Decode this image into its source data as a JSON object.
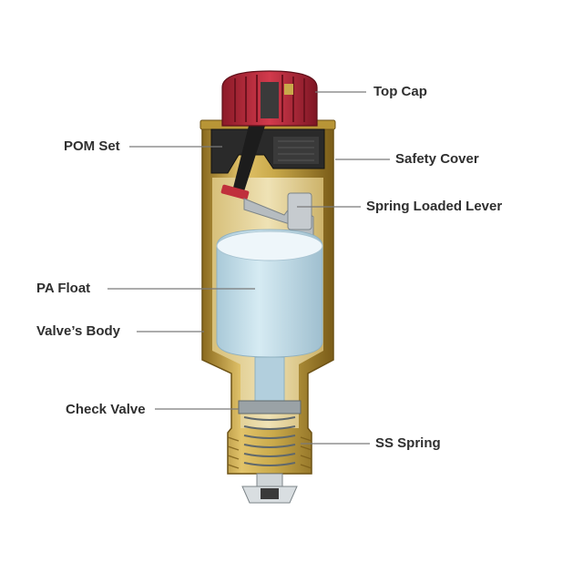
{
  "labels": {
    "top_cap": "Top Cap",
    "pom_set": "POM Set",
    "safety_cover": "Safety Cover",
    "spring_loaded_lever": "Spring Loaded Lever",
    "pa_float": "PA Float",
    "valves_body": "Valve’s Body",
    "check_valve": "Check Valve",
    "ss_spring": "SS Spring"
  },
  "colors": {
    "brass": "#c9a94a",
    "brass_dark": "#8a6a1e",
    "cap_red": "#b0283a",
    "float_blue": "#bcd8e6",
    "pom_black": "#2a2a2a",
    "leader_line": "#7a7a7a",
    "label_text": "#2f2f2f"
  }
}
